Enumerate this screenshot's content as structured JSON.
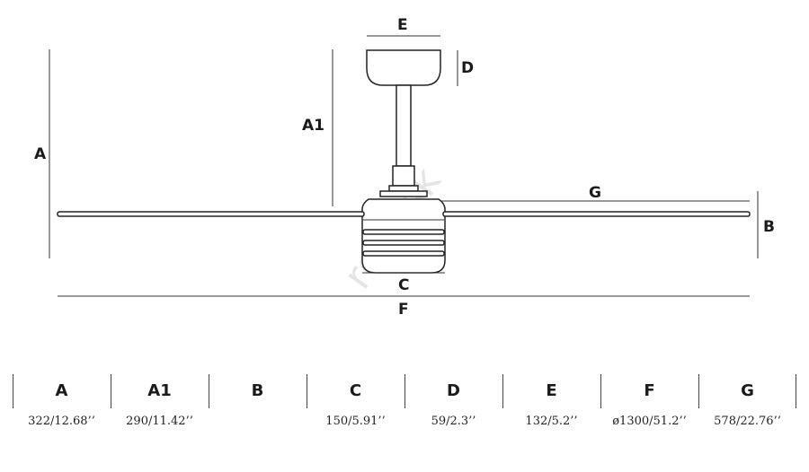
{
  "diagram": {
    "labels": {
      "A": "A",
      "A1": "A1",
      "B": "B",
      "C": "C",
      "D": "D",
      "E": "E",
      "F": "F",
      "G": "G"
    },
    "watermark": "rent.sk"
  },
  "table": {
    "columns": [
      {
        "header": "A",
        "value": "322/12.68’’"
      },
      {
        "header": "A1",
        "value": "290/11.42’’"
      },
      {
        "header": "B",
        "value": ""
      },
      {
        "header": "C",
        "value": "150/5.91’’"
      },
      {
        "header": "D",
        "value": "59/2.3’’"
      },
      {
        "header": "E",
        "value": "132/5.2’’"
      },
      {
        "header": "F",
        "value": "ø1300/51.2’’"
      },
      {
        "header": "G",
        "value": "578/22.76’’"
      }
    ]
  }
}
